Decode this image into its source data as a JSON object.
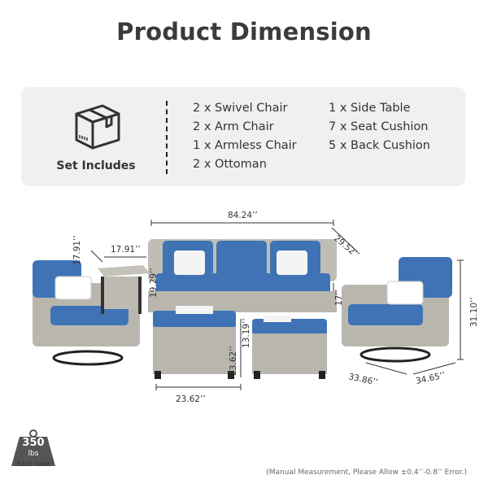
{
  "title": "Product Dimension",
  "set_includes": {
    "label": "Set Includes",
    "col1": [
      "2 x Swivel Chair",
      "2 x Arm Chair",
      "1 x Armless Chair",
      "2 x Ottoman"
    ],
    "col2": [
      "1 x Side Table",
      "7 x Seat Cushion",
      "5 x Back Cushion"
    ]
  },
  "dimensions": {
    "sofa_width": "84.24’’",
    "sofa_depth": "29.52’’",
    "side_table_width": "17.91’’",
    "side_table_depth": "17.91’’",
    "side_table_height": "19.29’’",
    "sofa_seat_height": "17’’",
    "chair_height": "31.10’’",
    "chair_depth": "33.86’’",
    "chair_width": "34.65’’",
    "ottoman_width": "23.62’’",
    "ottoman_depth": "23.62’’",
    "ottoman_height": "13.19’’"
  },
  "weight": {
    "value": "350",
    "unit": "lbs",
    "caption": "Each Seat"
  },
  "note": "(Manual Measurement, Please Allow ±0.4’’-0.8’’ Error.)",
  "colors": {
    "cushion_blue": "#3f73b5",
    "wicker_gray": "#b9b6ae",
    "panel_bg": "#f0f0f0"
  }
}
